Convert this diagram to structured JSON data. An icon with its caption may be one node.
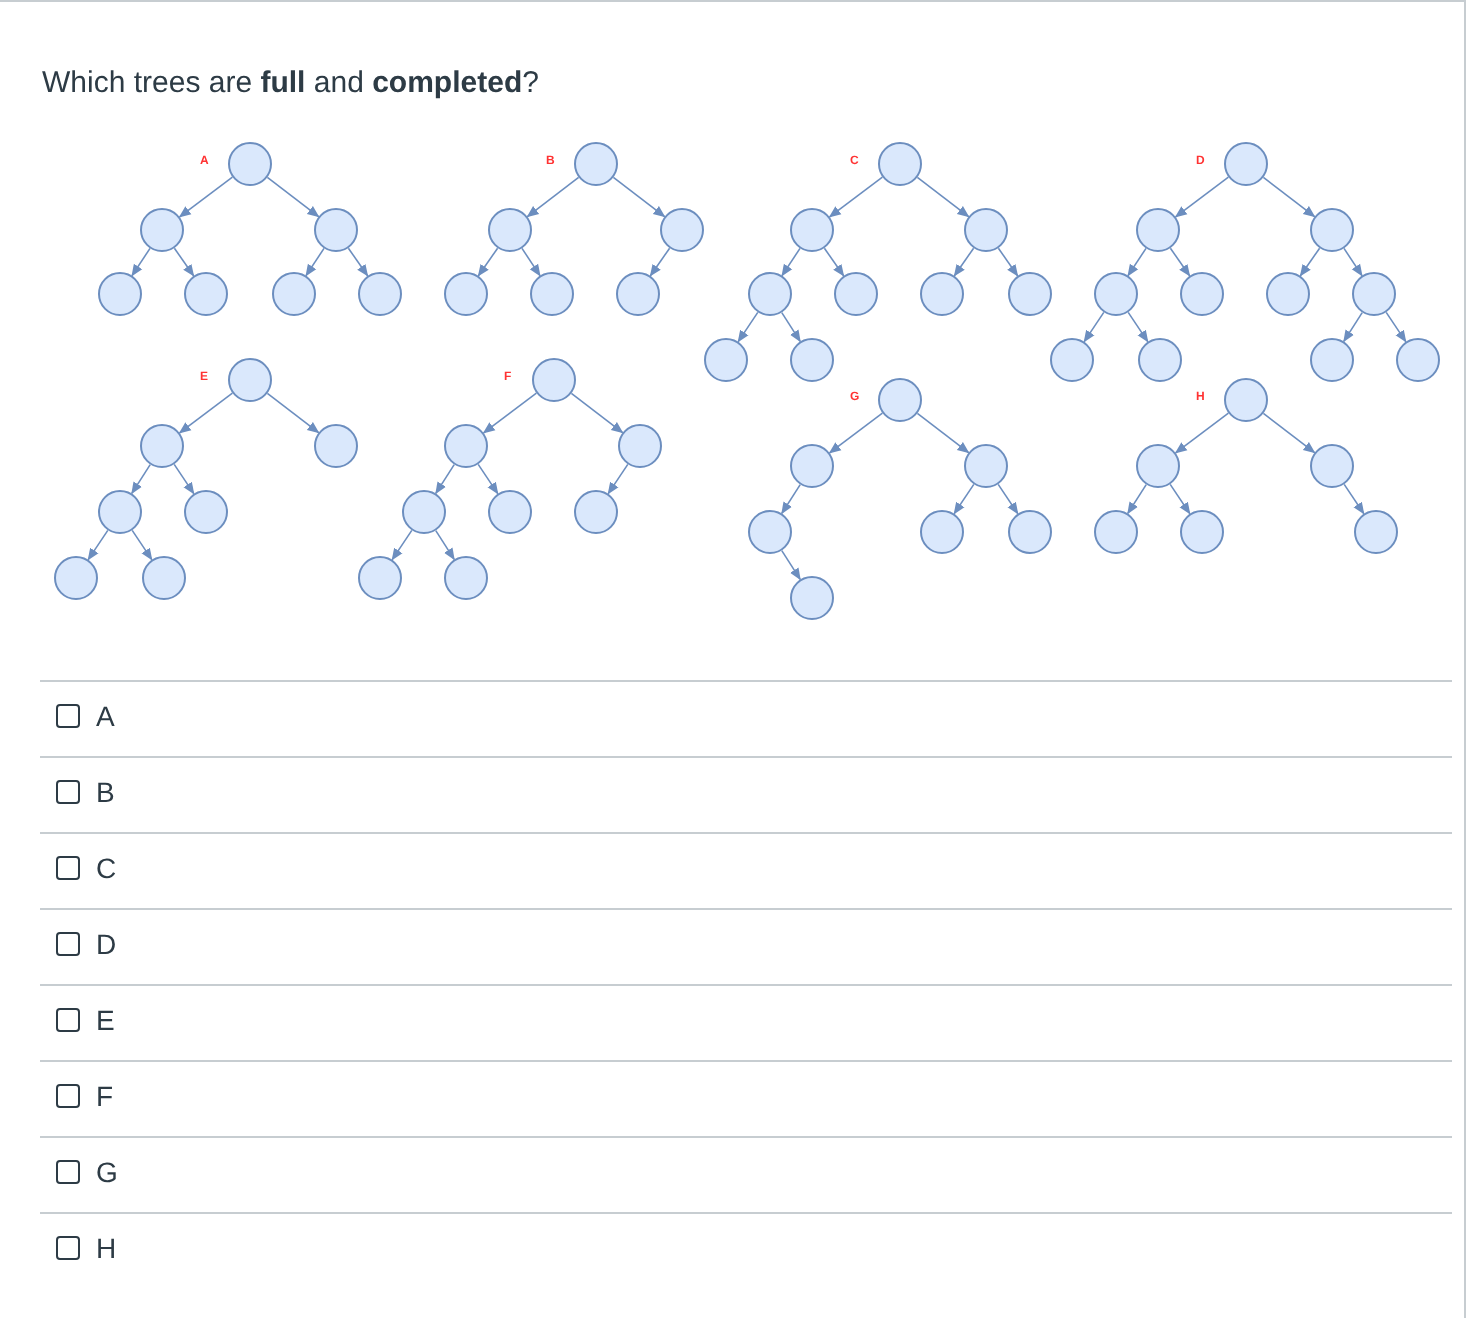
{
  "diagram": {
    "title": "Which trees are **full** and **completed**?",
    "nodes": [
      {
        "text": [],
        "shape": "circle",
        "beside": [
          "A"
        ]
      },
      {
        "text": [],
        "shape": "circle"
      },
      {
        "text": [],
        "shape": "circle"
      },
      {
        "text": [],
        "shape": "circle"
      },
      {
        "text": [],
        "shape": "circle"
      },
      {
        "text": [],
        "shape": "circle"
      },
      {
        "text": [],
        "shape": "circle"
      },
      {
        "text": [],
        "shape": "circle",
        "beside": [
          "B"
        ]
      },
      {
        "text": [],
        "shape": "circle"
      },
      {
        "text": [],
        "shape": "circle"
      },
      {
        "text": [],
        "shape": "circle"
      },
      {
        "text": [],
        "shape": "circle"
      },
      {
        "text": [],
        "shape": "circle"
      },
      {
        "text": [],
        "shape": "circle",
        "beside": [
          "C"
        ]
      },
      {
        "text": [],
        "shape": "circle"
      },
      {
        "text": [],
        "shape": "circle"
      },
      {
        "text": [],
        "shape": "circle"
      },
      {
        "text": [],
        "shape": "circle"
      },
      {
        "text": [],
        "shape": "circle"
      },
      {
        "text": [],
        "shape": "circle"
      },
      {
        "text": [],
        "shape": "circle"
      },
      {
        "text": [],
        "shape": "circle"
      },
      {
        "text": [],
        "shape": "circle",
        "beside": [
          "D"
        ]
      },
      {
        "text": [],
        "shape": "circle"
      },
      {
        "text": [],
        "shape": "circle"
      },
      {
        "text": [],
        "shape": "circle"
      },
      {
        "text": [],
        "shape": "circle"
      },
      {
        "text": [],
        "shape": "circle"
      },
      {
        "text": [],
        "shape": "circle"
      },
      {
        "text": [],
        "shape": "circle"
      },
      {
        "text": [],
        "shape": "circle"
      },
      {
        "text": [],
        "shape": "circle"
      },
      {
        "text": [],
        "shape": "circle"
      },
      {
        "text": [],
        "shape": "circle",
        "beside": [
          "E"
        ]
      },
      {
        "text": [],
        "shape": "circle"
      },
      {
        "text": [],
        "shape": "circle"
      },
      {
        "text": [],
        "shape": "circle"
      },
      {
        "text": [],
        "shape": "circle"
      },
      {
        "text": [],
        "shape": "circle"
      },
      {
        "text": [],
        "shape": "circle"
      },
      {
        "text": [],
        "shape": "circle",
        "beside": [
          "F"
        ]
      },
      {
        "text": [],
        "shape": "circle"
      },
      {
        "text": [],
        "shape": "circle"
      },
      {
        "text": [],
        "shape": "circle"
      },
      {
        "text": [],
        "shape": "circle"
      },
      {
        "text": [],
        "shape": "circle"
      },
      {
        "text": [],
        "shape": "circle"
      },
      {
        "text": [],
        "shape": "circle"
      },
      {
        "text": [],
        "shape": "circle",
        "beside": [
          "G"
        ]
      },
      {
        "text": [],
        "shape": "circle"
      },
      {
        "text": [],
        "shape": "circle"
      },
      {
        "text": [],
        "shape": "circle"
      },
      {
        "text": [],
        "shape": "circle"
      },
      {
        "text": [],
        "shape": "circle"
      },
      {
        "text": [],
        "shape": "circle"
      },
      {
        "text": [],
        "shape": "circle",
        "beside": [
          "H"
        ]
      },
      {
        "text": [],
        "shape": "circle"
      },
      {
        "text": [],
        "shape": "circle"
      },
      {
        "text": [],
        "shape": "circle"
      },
      {
        "text": [],
        "shape": "circle"
      },
      {
        "text": [],
        "shape": "circle"
      }
    ],
    "edges": [
      {
        "from": 0,
        "to": 1,
        "arrow": "to"
      },
      {
        "from": 0,
        "to": 2,
        "arrow": "to"
      },
      {
        "from": 1,
        "to": 3,
        "arrow": "to"
      },
      {
        "from": 1,
        "to": 4,
        "arrow": "to"
      },
      {
        "from": 2,
        "to": 5,
        "arrow": "to"
      },
      {
        "from": 2,
        "to": 6,
        "arrow": "to"
      },
      {
        "from": 7,
        "to": 8,
        "arrow": "to"
      },
      {
        "from": 7,
        "to": 9,
        "arrow": "to"
      },
      {
        "from": 8,
        "to": 10,
        "arrow": "to"
      },
      {
        "from": 8,
        "to": 11,
        "arrow": "to"
      },
      {
        "from": 9,
        "to": 12,
        "arrow": "to"
      },
      {
        "from": 13,
        "to": 14,
        "arrow": "to"
      },
      {
        "from": 13,
        "to": 15,
        "arrow": "to"
      },
      {
        "from": 14,
        "to": 16,
        "arrow": "to"
      },
      {
        "from": 14,
        "to": 17,
        "arrow": "to"
      },
      {
        "from": 15,
        "to": 18,
        "arrow": "to"
      },
      {
        "from": 15,
        "to": 19,
        "arrow": "to"
      },
      {
        "from": 16,
        "to": 20,
        "arrow": "to"
      },
      {
        "from": 16,
        "to": 21,
        "arrow": "to"
      },
      {
        "from": 22,
        "to": 23,
        "arrow": "to"
      },
      {
        "from": 22,
        "to": 24,
        "arrow": "to"
      },
      {
        "from": 23,
        "to": 25,
        "arrow": "to"
      },
      {
        "from": 23,
        "to": 26,
        "arrow": "to"
      },
      {
        "from": 24,
        "to": 27,
        "arrow": "to"
      },
      {
        "from": 24,
        "to": 28,
        "arrow": "to"
      },
      {
        "from": 25,
        "to": 29,
        "arrow": "to"
      },
      {
        "from": 25,
        "to": 30,
        "arrow": "to"
      },
      {
        "from": 28,
        "to": 31,
        "arrow": "to"
      },
      {
        "from": 28,
        "to": 32,
        "arrow": "to"
      },
      {
        "from": 33,
        "to": 34,
        "arrow": "to"
      },
      {
        "from": 33,
        "to": 35,
        "arrow": "to"
      },
      {
        "from": 34,
        "to": 36,
        "arrow": "to"
      },
      {
        "from": 34,
        "to": 37,
        "arrow": "to"
      },
      {
        "from": 36,
        "to": 38,
        "arrow": "to"
      },
      {
        "from": 36,
        "to": 39,
        "arrow": "to"
      },
      {
        "from": 40,
        "to": 41,
        "arrow": "to"
      },
      {
        "from": 40,
        "to": 42,
        "arrow": "to"
      },
      {
        "from": 41,
        "to": 43,
        "arrow": "to"
      },
      {
        "from": 41,
        "to": 44,
        "arrow": "to"
      },
      {
        "from": 42,
        "to": 45,
        "arrow": "to"
      },
      {
        "from": 43,
        "to": 46,
        "arrow": "to"
      },
      {
        "from": 43,
        "to": 47,
        "arrow": "to"
      },
      {
        "from": 48,
        "to": 49,
        "arrow": "to"
      },
      {
        "from": 48,
        "to": 50,
        "arrow": "to"
      },
      {
        "from": 49,
        "to": 51,
        "arrow": "to"
      },
      {
        "from": 50,
        "to": 52,
        "arrow": "to"
      },
      {
        "from": 50,
        "to": 53,
        "arrow": "to"
      },
      {
        "from": 51,
        "to": 54,
        "arrow": "to"
      },
      {
        "from": 55,
        "to": 56,
        "arrow": "to"
      },
      {
        "from": 55,
        "to": 57,
        "arrow": "to"
      },
      {
        "from": 56,
        "to": 58,
        "arrow": "to"
      },
      {
        "from": 56,
        "to": 59,
        "arrow": "to"
      },
      {
        "from": 57,
        "to": 60,
        "arrow": "to"
      }
    ],
    "labels": [
      "A",
      "B",
      "C",
      "D",
      "E",
      "F",
      "G",
      "H"
    ]
  }
}
